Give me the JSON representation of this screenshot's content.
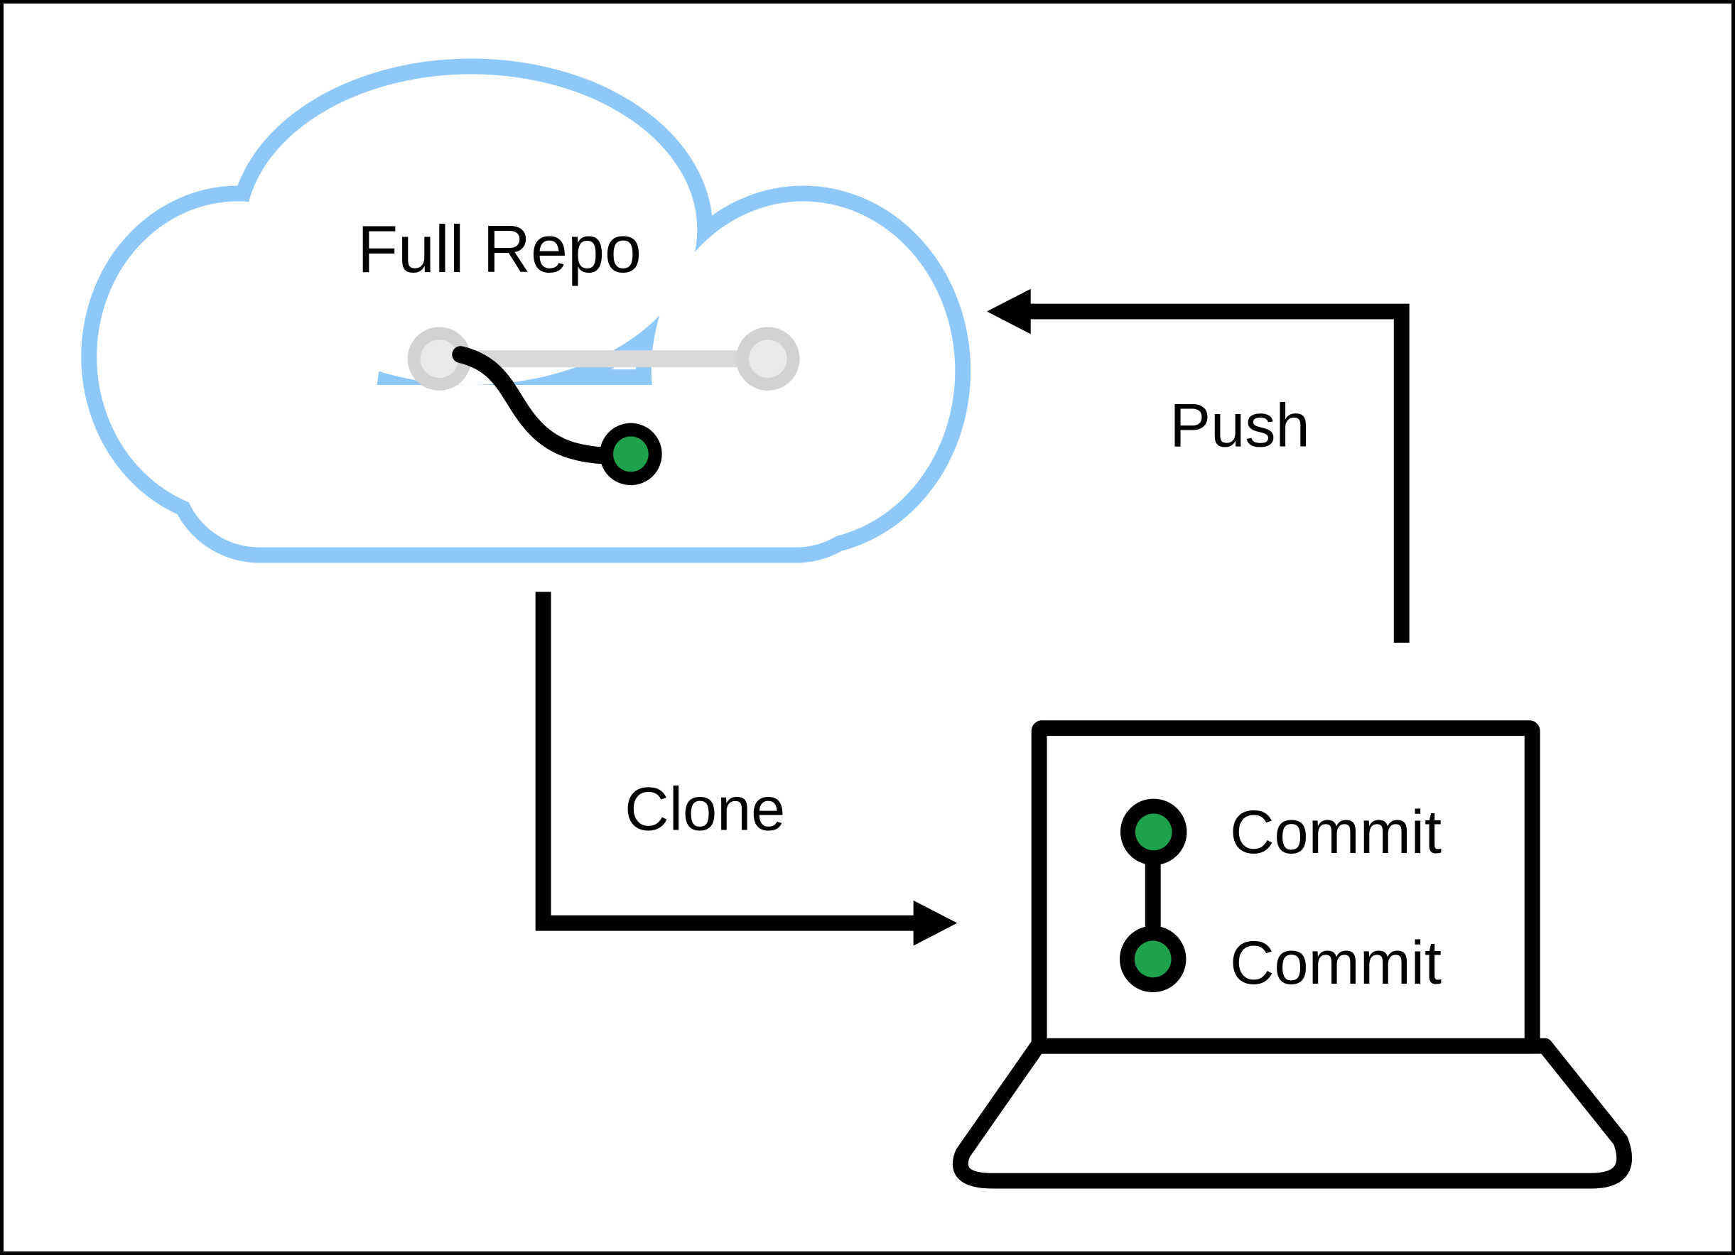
{
  "diagram": {
    "cloud": {
      "label": "Full Repo",
      "icon": "cloud-icon"
    },
    "remote_branch_icon": {
      "icon": "git-branch-icon",
      "nodes": [
        "existing-commit-node",
        "existing-commit-node",
        "new-branch-commit-node"
      ]
    },
    "arrows": {
      "push_label": "Push",
      "clone_label": "Clone"
    },
    "laptop": {
      "icon": "laptop-icon",
      "commits": [
        {
          "label": "Commit"
        },
        {
          "label": "Commit"
        }
      ]
    },
    "colors": {
      "cloud_stroke": "#8DC8F8",
      "commit_green": "#1EA34C",
      "gray_ring": "#D2D2D2",
      "gray_inner": "#E9E9E9",
      "gray_bar": "#D9D9D9",
      "ink": "#000000",
      "background": "#FFFFFF"
    }
  }
}
